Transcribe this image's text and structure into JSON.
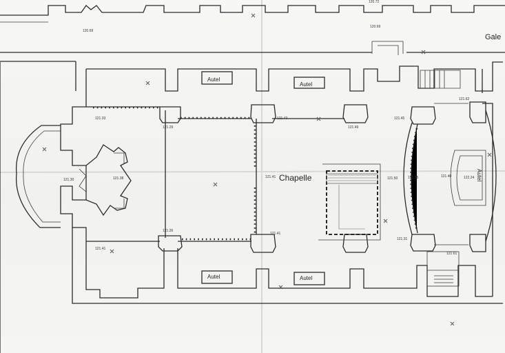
{
  "plan": {
    "labels": {
      "chapel": "Chapelle",
      "gallery": "Gale",
      "altar_north_left": "Autel",
      "altar_north_right": "Autel",
      "altar_south_left": "Autel",
      "altar_south_right": "Autel",
      "altar_east": "Autel"
    },
    "elevations": {
      "e_top_left": "120.69",
      "e_top_right": "120.69",
      "e_top_right_b": "120.72",
      "e_nw_pier": "121.29",
      "e_nw_pier_b": "121.33",
      "e_west_apse": "121.30",
      "e_west_center": "121.38",
      "e_sw_pier": "121.26",
      "e_sw_pier_b": "121.41",
      "e_center_pier": "121.41",
      "e_center_north": "121.43",
      "e_center_left": "121.41",
      "e_center_b": "121.49",
      "e_east_n": "121.45",
      "e_east_s": "121.50",
      "e_east_choir": "121.55",
      "e_east_choir_b": "121.40",
      "e_east_apse": "122.24",
      "e_ne": "121.62",
      "e_se": "121.61",
      "e_stair": "121.31"
    }
  }
}
